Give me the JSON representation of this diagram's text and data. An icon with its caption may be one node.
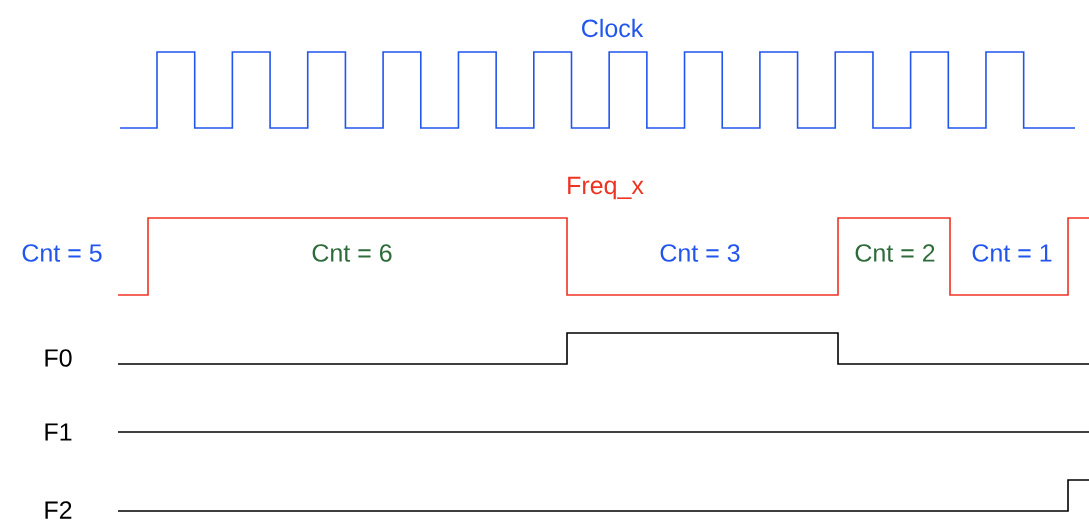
{
  "diagram": {
    "labels": [
      "Clock",
      "Freq_x",
      "Cnt = 5",
      "Cnt = 6",
      "Cnt = 3",
      "Cnt = 2",
      "Cnt = 1",
      "F0",
      "F1",
      "F2"
    ]
  }
}
